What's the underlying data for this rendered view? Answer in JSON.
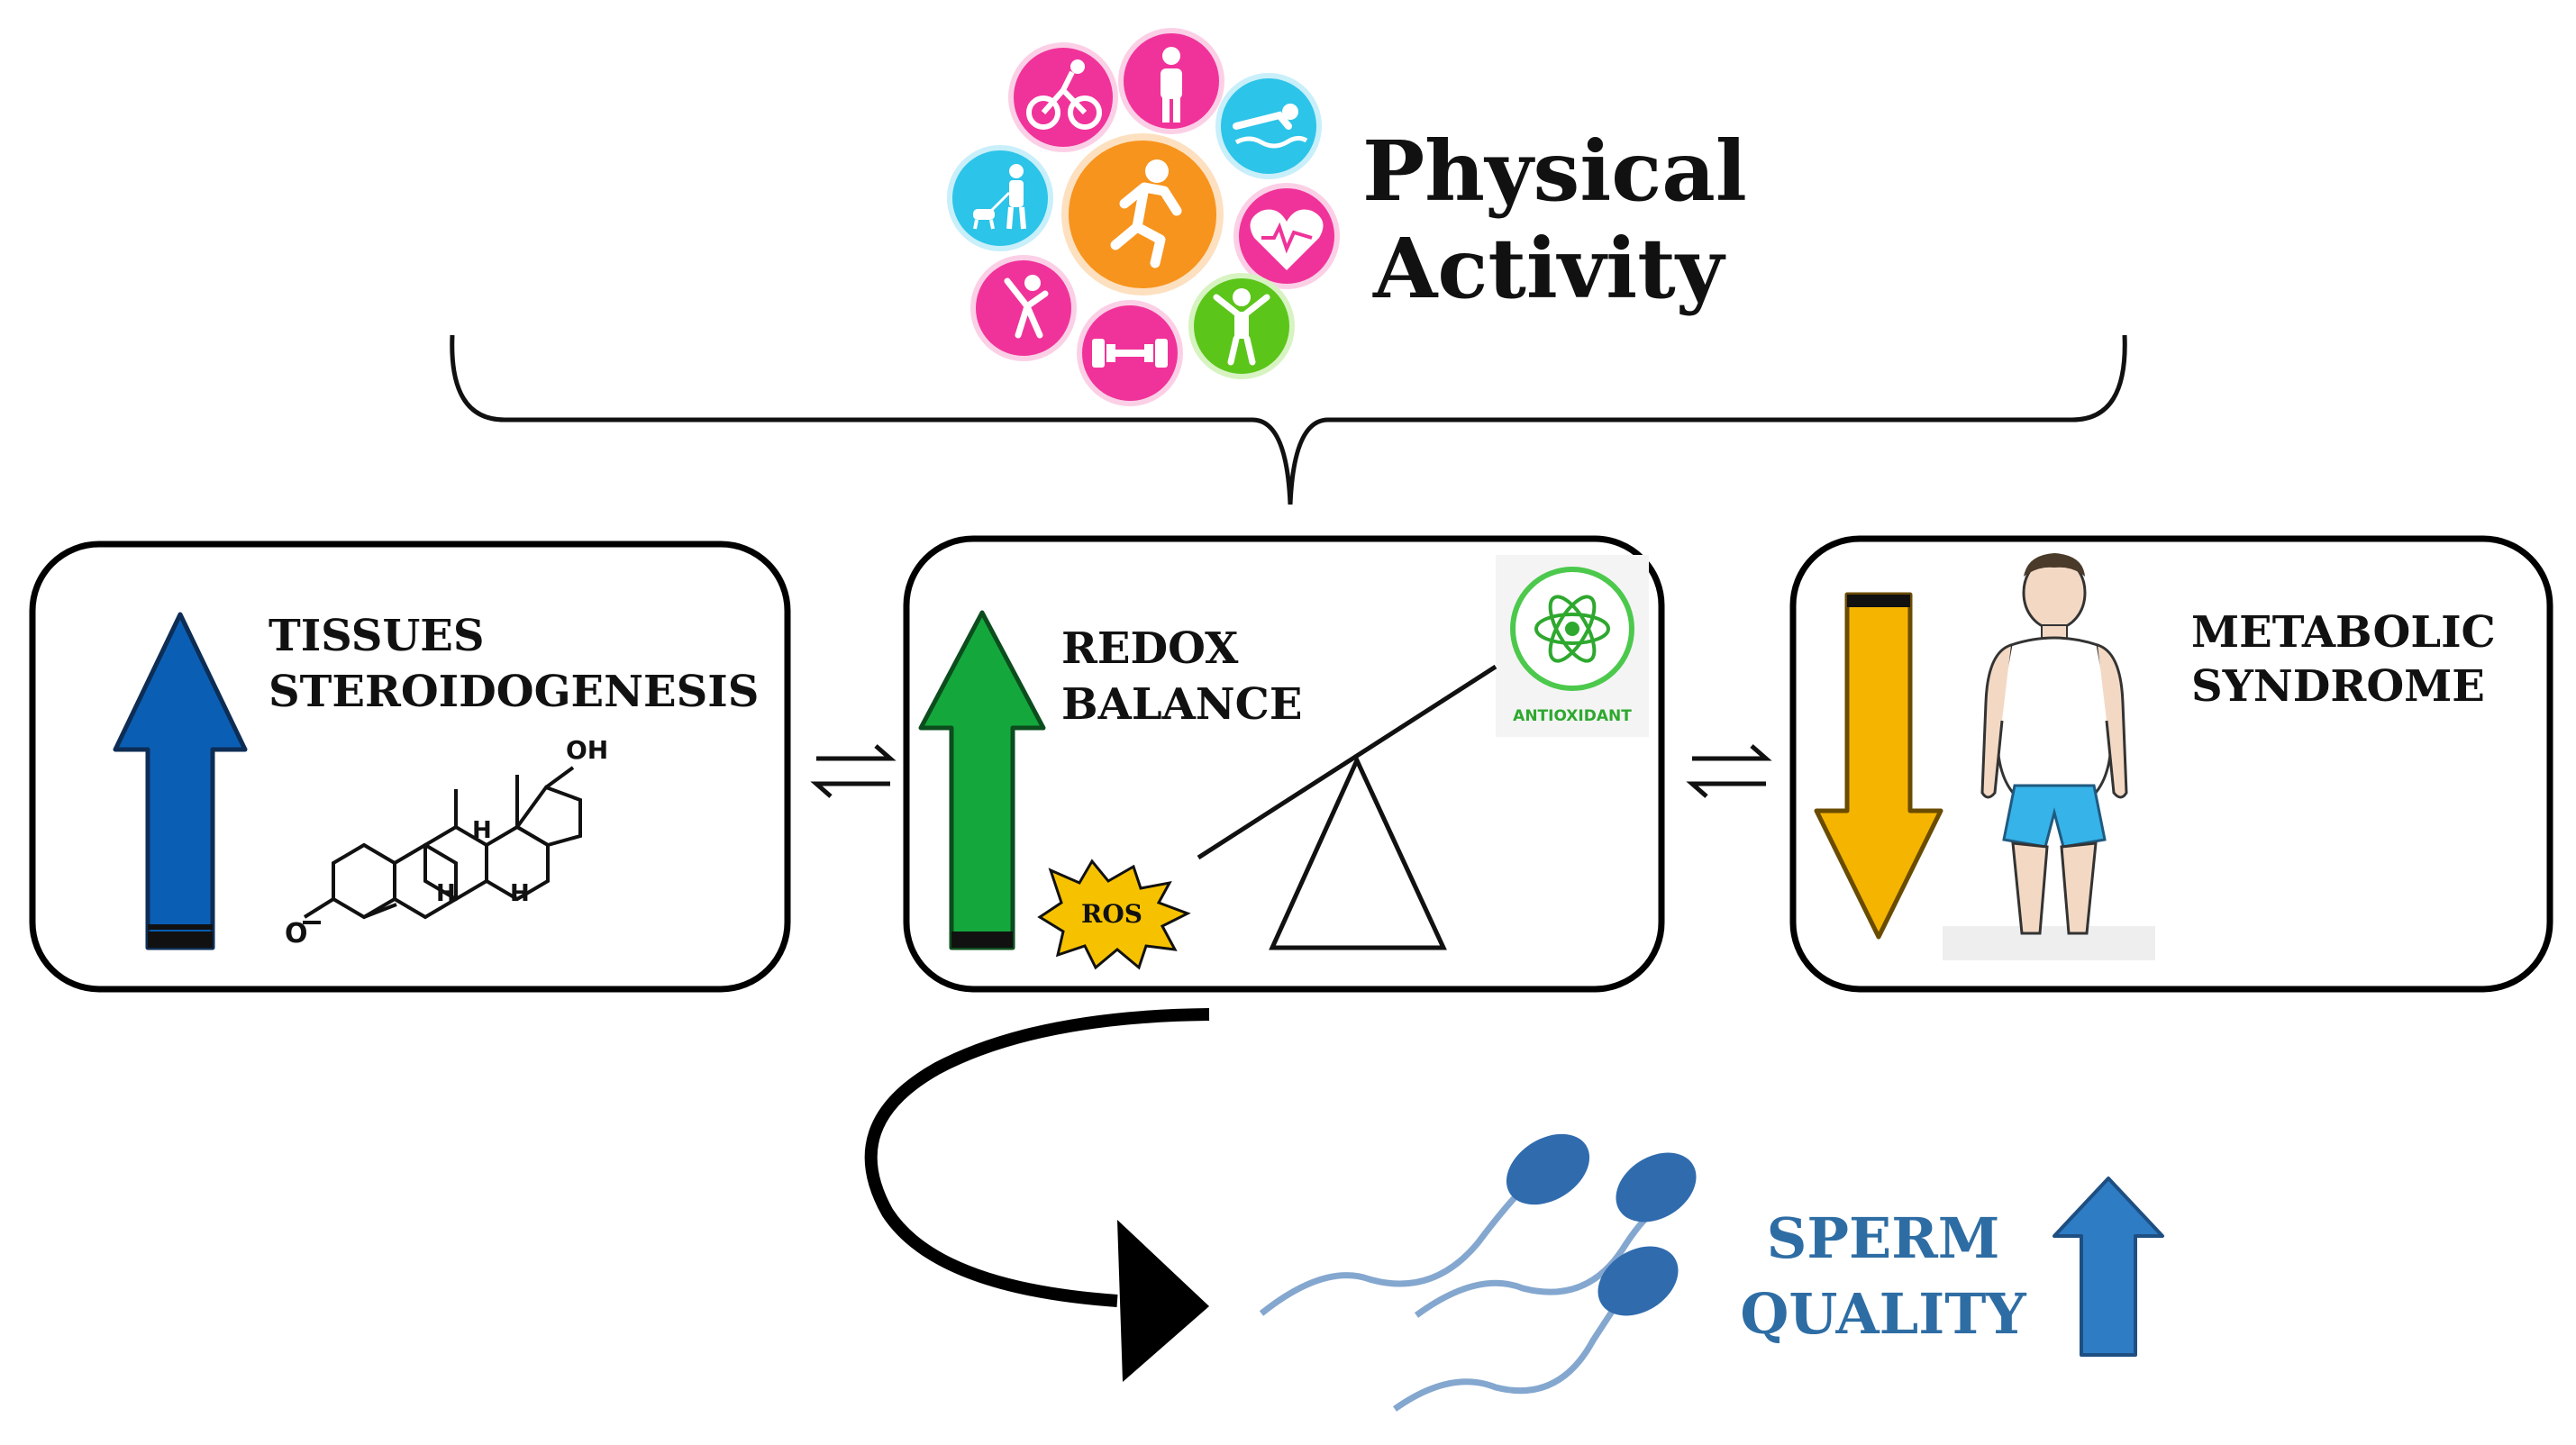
{
  "header": {
    "title_line1": "Physical",
    "title_line2": "Activity",
    "icons": [
      "cycling-icon",
      "standing-person-icon",
      "swimming-icon",
      "heart-rate-icon",
      "jumping-person-icon",
      "dumbbell-icon",
      "stretching-icon",
      "dog-walking-icon",
      "running-icon"
    ]
  },
  "boxes": {
    "steroid": {
      "line1": "TISSUES",
      "line2": "STEROIDOGENESIS",
      "arrow_direction": "up",
      "arrow_color": "#0a5fb4",
      "molecule_labels": {
        "oh": "OH",
        "h1": "H",
        "h2": "H",
        "h3": "H",
        "o": "O"
      }
    },
    "redox": {
      "line1": "REDOX",
      "line2": "BALANCE",
      "arrow_direction": "up",
      "arrow_color": "#14a83c",
      "ros_label": "ROS",
      "antioxidant_label": "ANTIOXIDANT"
    },
    "metabolic": {
      "line1": "METABOLIC",
      "line2": "SYNDROME",
      "arrow_direction": "down",
      "arrow_color": "#f5b400"
    }
  },
  "outcome": {
    "line1": "SPERM",
    "line2": "QUALITY",
    "text_color": "#2e6da4",
    "arrow_direction": "up"
  },
  "colors": {
    "icon_pink": "#f0339a",
    "icon_cyan": "#2cc4e8",
    "icon_green": "#5cc51a",
    "icon_orange": "#f7941d",
    "sperm_blue": "#1f5fa8"
  }
}
